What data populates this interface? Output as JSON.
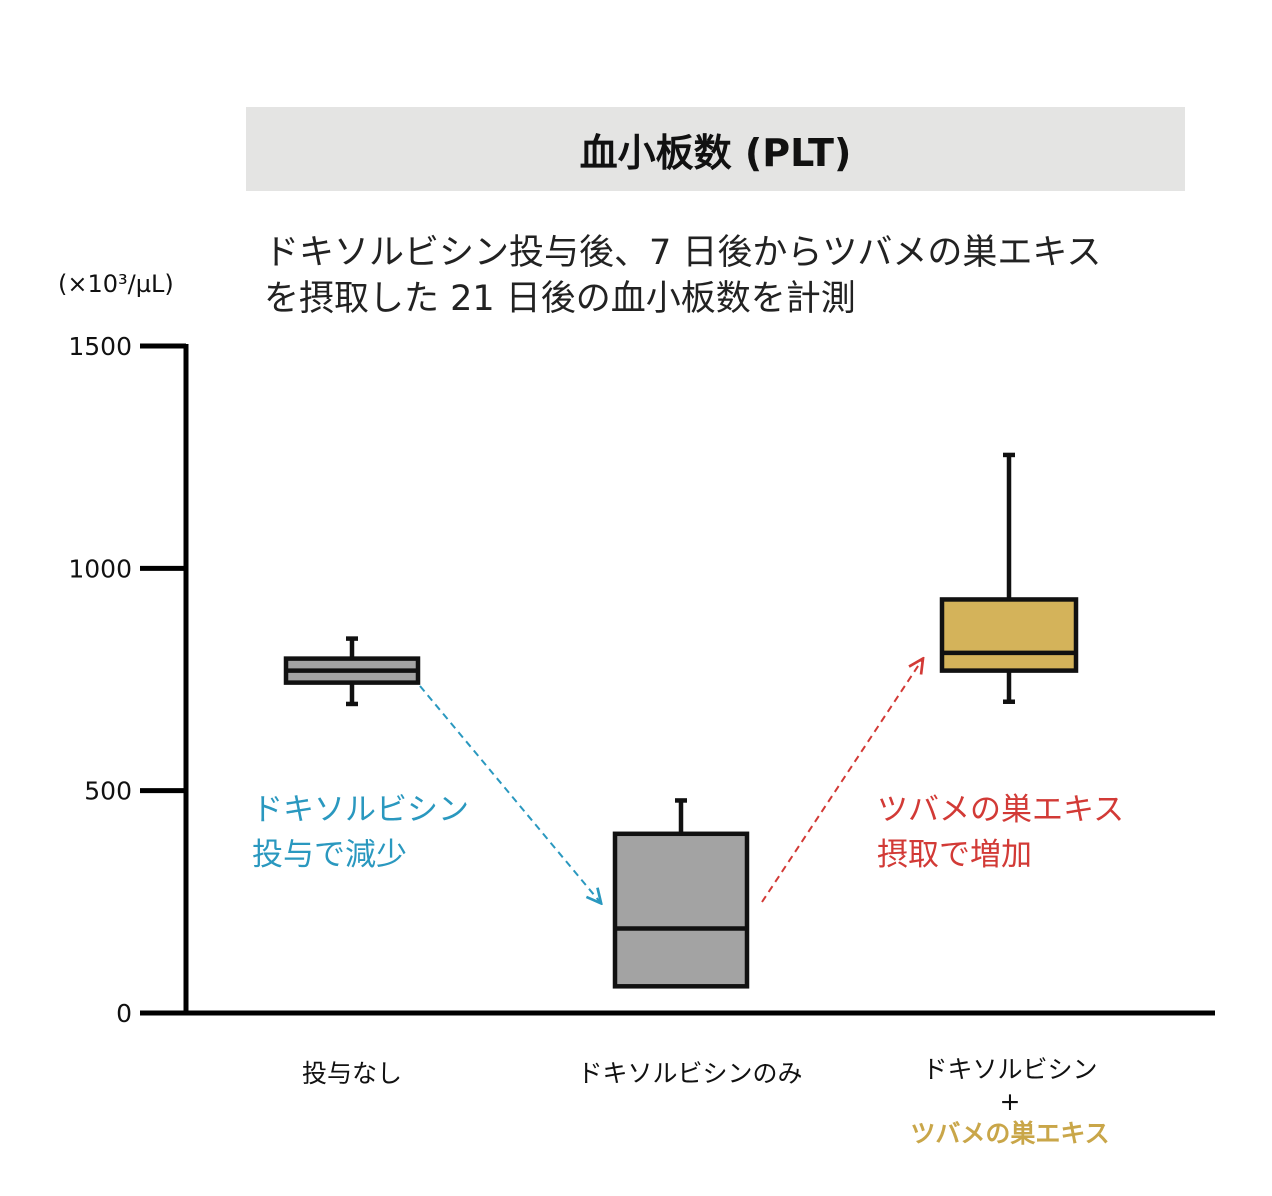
{
  "title": "血小板数 (PLT)",
  "subtitle_lines": [
    "ドキソルビシン投与後、7 日後からツバメの巣エキス",
    "を摂取した 21 日後の血小板数を計測"
  ],
  "unit_label": "(×10³/µL)",
  "annotations": {
    "decrease": [
      "ドキソルビシン",
      "投与で減少"
    ],
    "increase": [
      "ツバメの巣エキス",
      "摂取で増加"
    ]
  },
  "categories": {
    "c1": "投与なし",
    "c2": "ドキソルビシンのみ",
    "c3_line1": "ドキソルビシン",
    "c3_plus": "+",
    "c3_line2": "ツバメの巣エキス"
  },
  "colors": {
    "gray_box": "#a3a3a3",
    "gold_box": "#d4b35a",
    "blue": "#2a98bf",
    "red": "#d23a36",
    "gold_text": "#c9a649"
  },
  "chart_data": {
    "type": "box",
    "ylim": [
      0,
      1500
    ],
    "yticks": [
      "0",
      "500",
      "1000",
      "1500"
    ],
    "ytick_values": [
      0,
      500,
      1000,
      1500
    ],
    "grid": false,
    "boxes": [
      {
        "category": "投与なし",
        "whisker_low": 695,
        "q1": 743,
        "median": 770,
        "q3": 797,
        "whisker_high": 842,
        "color": "#a3a3a3"
      },
      {
        "category": "ドキソルビシンのみ",
        "whisker_low": 60,
        "q1": 60,
        "median": 190,
        "q3": 403,
        "whisker_high": 478,
        "color": "#a3a3a3"
      },
      {
        "category": "ドキソルビシン+ツバメの巣エキス",
        "whisker_low": 700,
        "q1": 770,
        "median": 810,
        "q3": 930,
        "whisker_high": 1255,
        "color": "#d4b35a"
      }
    ]
  }
}
